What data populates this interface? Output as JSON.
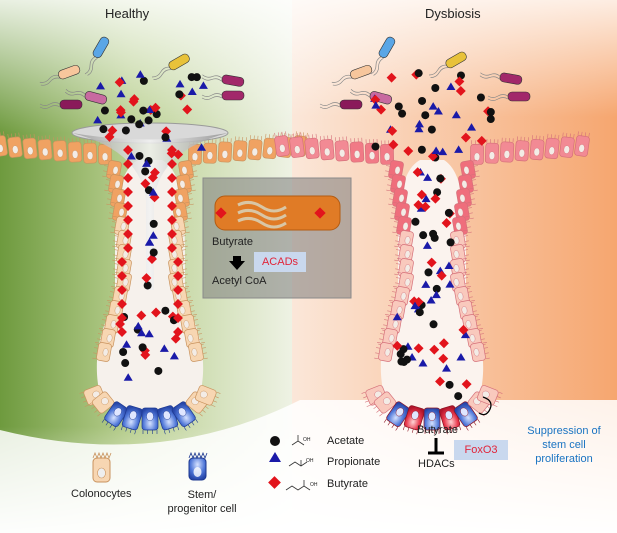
{
  "panels": {
    "left_title": "Healthy",
    "right_title": "Dysbiosis"
  },
  "inset": {
    "butyrate_label": "Butyrate",
    "enzyme_label": "ACADs",
    "product_label": "Acetyl CoA"
  },
  "dysbiosis_pathway": {
    "butyrate_label": "Butyrate",
    "foxo3_label": "FoxO3",
    "hdacs_label": "HDACs",
    "outcome_text": "Suppression of stem cell proliferation"
  },
  "legend": {
    "acetate": "Acetate",
    "propionate": "Propionate",
    "butyrate": "Butyrate",
    "acetate_oh": "OH",
    "propionate_oh": "OH",
    "butyrate_oh": "OH",
    "colonocytes": "Colonocytes",
    "stem_cell": "Stem/ progenitor cell"
  },
  "colors": {
    "acetate": "#111111",
    "propionate": "#1a1aa8",
    "butyrate": "#e2141c",
    "healthy_bg": "#7aa24a",
    "dysbiosis_bg": "#f6b48c",
    "enzyme_text": "#e1253a",
    "outcome_text": "#1a74c2"
  }
}
